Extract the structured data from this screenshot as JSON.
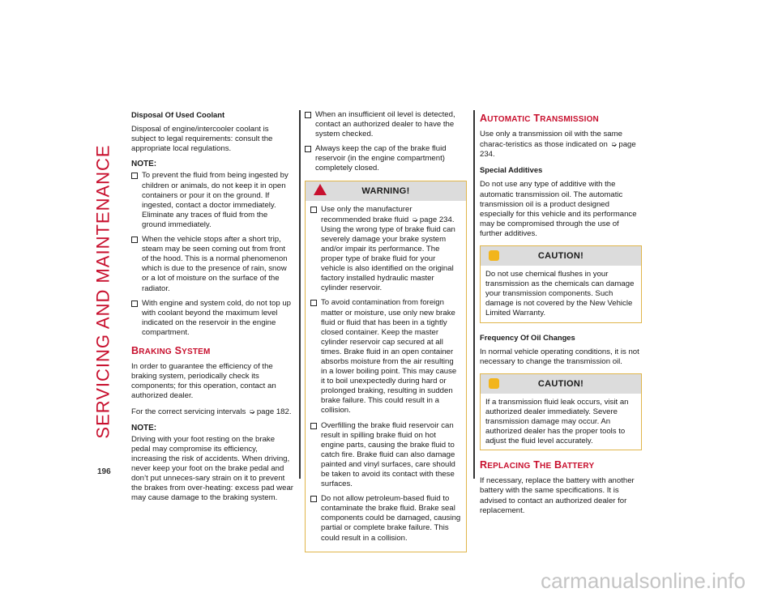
{
  "header": {
    "section_title": "SERVICING AND MAINTENANCE",
    "page_number": "196"
  },
  "col1": {
    "sub1": "Disposal Of Used Coolant",
    "p1": "Disposal of engine/intercooler coolant is subject to legal requirements: consult the appropriate local regulations.",
    "note_label": "NOTE:",
    "bullets": [
      "To prevent the fluid from being ingested by children or animals, do not keep it in open containers or pour it on the ground. If ingested, contact a doctor immediately. Eliminate any traces of fluid from the ground immediately.",
      "When the vehicle stops after a short trip, steam may be seen coming out from front of the hood. This is a normal phenomenon which is due to the presence of rain, snow or a lot of moisture on the surface of the radiator.",
      "With engine and system cold, do not top up with coolant beyond the maximum level indicated on the reservoir in the engine compartment."
    ],
    "h2_first": "B",
    "h2_rest": "RAKING",
    "h2_first2": "S",
    "h2_rest2": "YSTEM",
    "p2": "In order to guarantee the efficiency of the braking system, periodically check its components; for this operation, contact an authorized dealer.",
    "p3_pre": "For the correct servicing intervals",
    "p3_ref": "page 182.",
    "note2_label": "NOTE:",
    "note2_text": "Driving with your foot resting on the brake pedal may compromise its efficiency, increasing the risk of accidents. When driving, never keep your foot on the brake pedal and don’t put unneces-sary strain on it to prevent the brakes from over-heating: excess pad wear may cause damage to the braking system."
  },
  "col2": {
    "bullets_top": [
      "When an insufficient oil level is detected, contact an authorized dealer to have the system checked.",
      "Always keep the cap of the brake fluid reservoir (in the engine compartment) completely closed."
    ],
    "warning_title": "WARNING!",
    "warning_b1_pre": "Use only the manufacturer recommended brake fluid",
    "warning_b1_post": "page 234. Using the wrong type of brake fluid can severely damage your brake system and/or impair its performance. The proper type of brake fluid for your vehicle is also identified on the original factory installed hydraulic master cylinder reservoir.",
    "warning_bullets": [
      "To avoid contamination from foreign matter or moisture, use only new brake fluid or fluid that has been in a tightly closed container. Keep the master cylinder reservoir cap secured at all times. Brake fluid in an open container absorbs moisture from the air resulting in a lower boiling point. This may cause it to boil unexpectedly during hard or prolonged braking, resulting in sudden brake failure. This could result in a collision.",
      "Overfilling the brake fluid reservoir can result in spilling brake fluid on hot engine parts, causing the brake fluid to catch fire. Brake fluid can also damage painted and vinyl surfaces, care should be taken to avoid its contact with these surfaces.",
      "Do not allow petroleum-based fluid to contaminate the brake fluid. Brake seal components could be damaged, causing partial or complete brake failure. This could result in a collision."
    ]
  },
  "col3": {
    "h2a_first": "A",
    "h2a_rest": "UTOMATIC",
    "h2a_first2": "T",
    "h2a_rest2": "RANSMISSION",
    "p1_pre": "Use only a transmission oil with the same charac-teristics as those indicated on",
    "p1_ref": "page 234.",
    "sub1": "Special Additives",
    "p2": "Do not use any type of additive with the automatic transmission oil. The automatic transmission oil is a product designed especially for this vehicle and its performance may be compromised through the use of further additives.",
    "caution1_title": "CAUTION!",
    "caution1_text": "Do not use chemical flushes in your transmission as the chemicals can damage your transmission components. Such damage is not covered by the New Vehicle Limited Warranty.",
    "sub2": "Frequency Of Oil Changes",
    "p3": "In normal vehicle operating conditions, it is not necessary to change the transmission oil.",
    "caution2_title": "CAUTION!",
    "caution2_text": "If a transmission fluid leak occurs, visit an authorized dealer immediately. Severe transmission damage may occur. An authorized dealer has the proper tools to adjust the fluid level accurately.",
    "h2b_first": "R",
    "h2b_rest": "EPLACING",
    "h2b_first2": "T",
    "h2b_rest2": "HE",
    "h2b_first3": "B",
    "h2b_rest3": "ATTERY",
    "p4": "If necessary, replace the battery with another battery with the same specifications. It is advised to contact an authorized dealer for replacement."
  },
  "footer": {
    "watermark": "carmanualsonline.info"
  },
  "colors": {
    "accent": "#c8102e",
    "caution": "#f2b51c",
    "box_border": "#e0b54a"
  },
  "icons": {
    "reference": "arrow-ref-icon",
    "warning": "warning-triangle-icon",
    "caution": "caution-icon",
    "bullet": "checkbox-bullet-icon"
  }
}
